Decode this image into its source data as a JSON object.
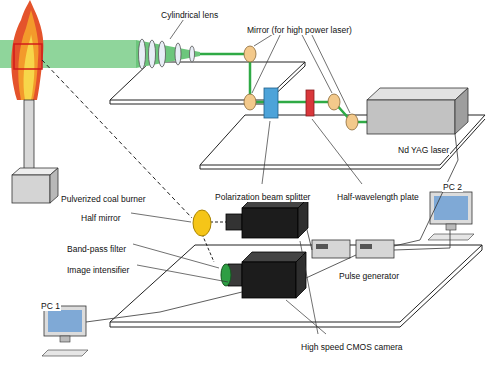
{
  "diagram": {
    "labels": [
      "Cylindrical lens",
      "Mirror (for high power laser)",
      "Nd YAG laser",
      "Pulverized coal burner",
      "Polarization beam splitter",
      "Half-wavelength plate",
      "Half mirror",
      "Band-pass filter",
      "Image intensifier",
      "PC 2",
      "Pulse generator",
      "PC 1",
      "High speed CMOS camera"
    ]
  }
}
